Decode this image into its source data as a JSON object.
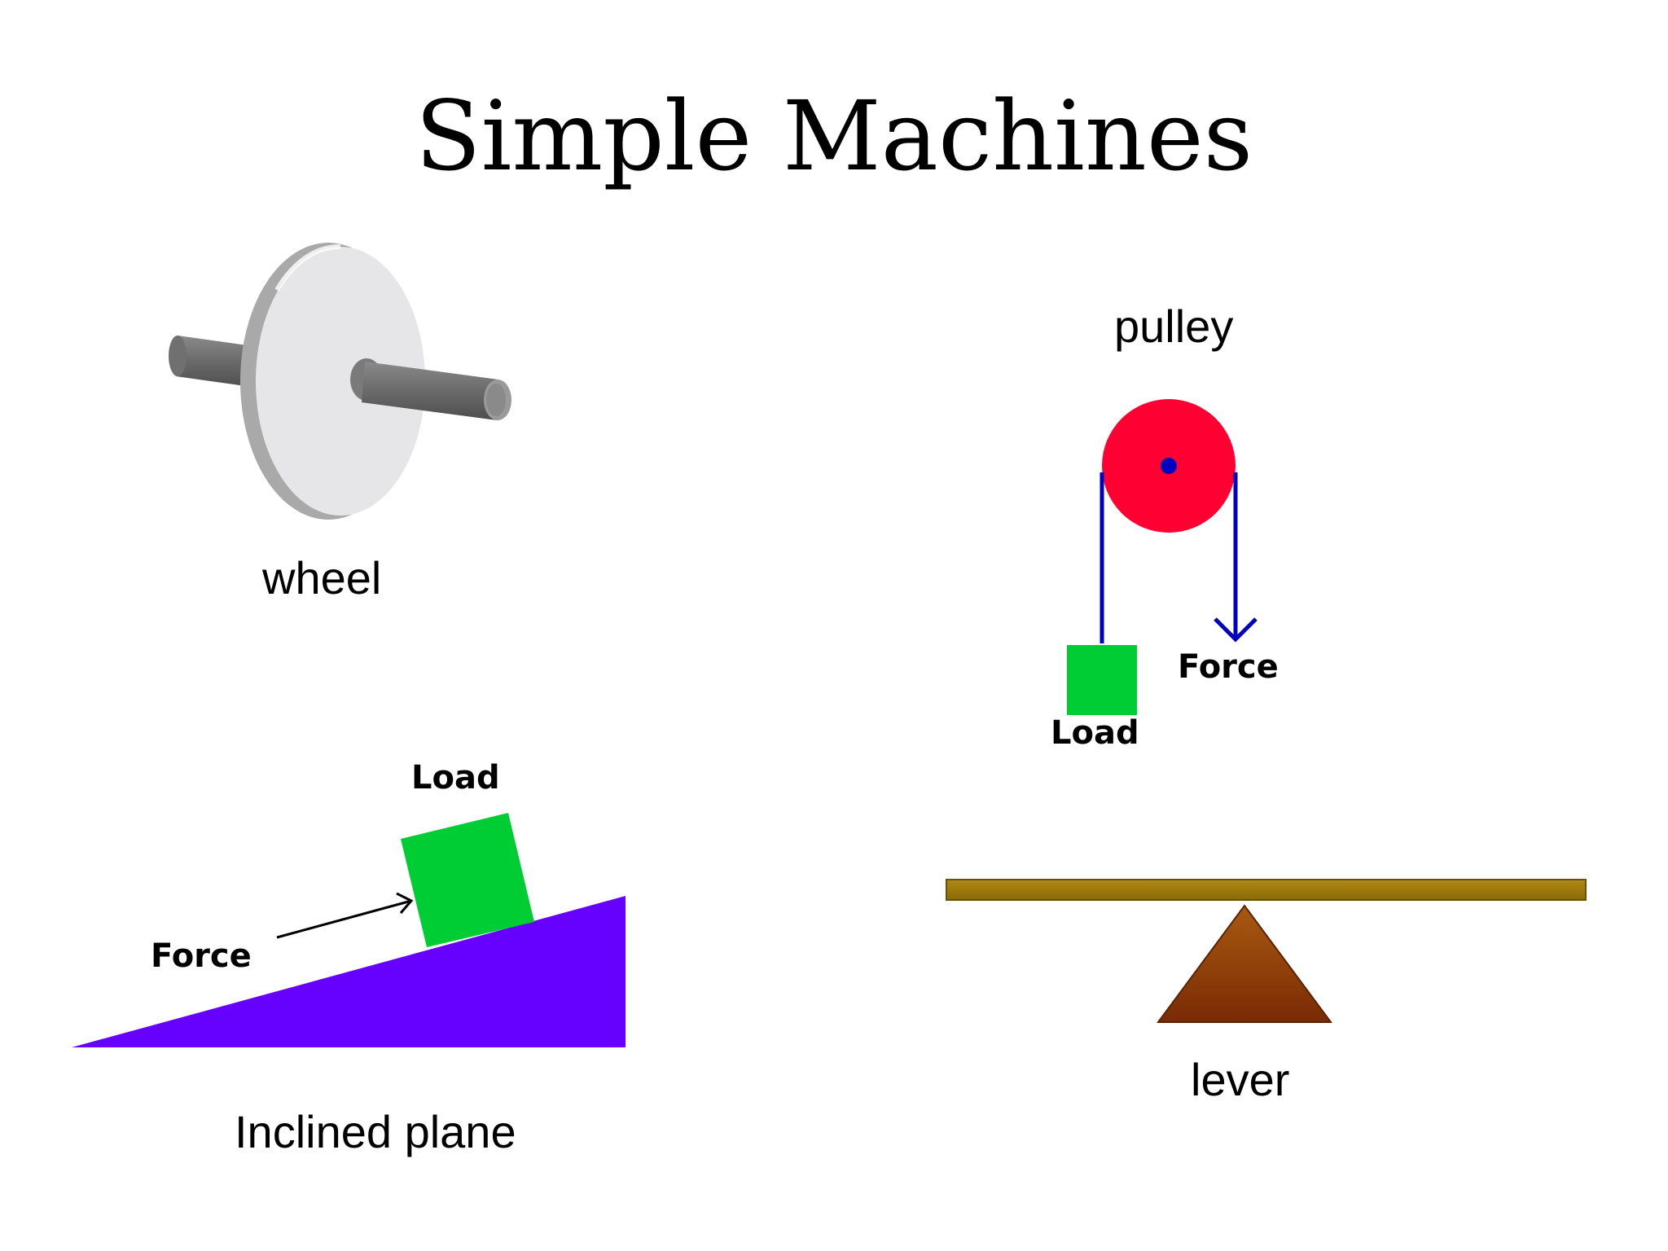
{
  "title": "Simple Machines",
  "wheel": {
    "caption": "wheel"
  },
  "pulley": {
    "caption": "pulley",
    "load_label": "Load",
    "force_label": "Force",
    "wheel_color": "#ff0033",
    "rope_color": "#0000c0",
    "load_color": "#00cc33"
  },
  "inclined_plane": {
    "caption": "Inclined plane",
    "load_label": "Load",
    "force_label": "Force",
    "plane_color": "#6600ff",
    "load_color": "#00cc33"
  },
  "lever": {
    "caption": "lever",
    "beam_color": "#9a7a10",
    "fulcrum_color": "#8a3a08"
  }
}
